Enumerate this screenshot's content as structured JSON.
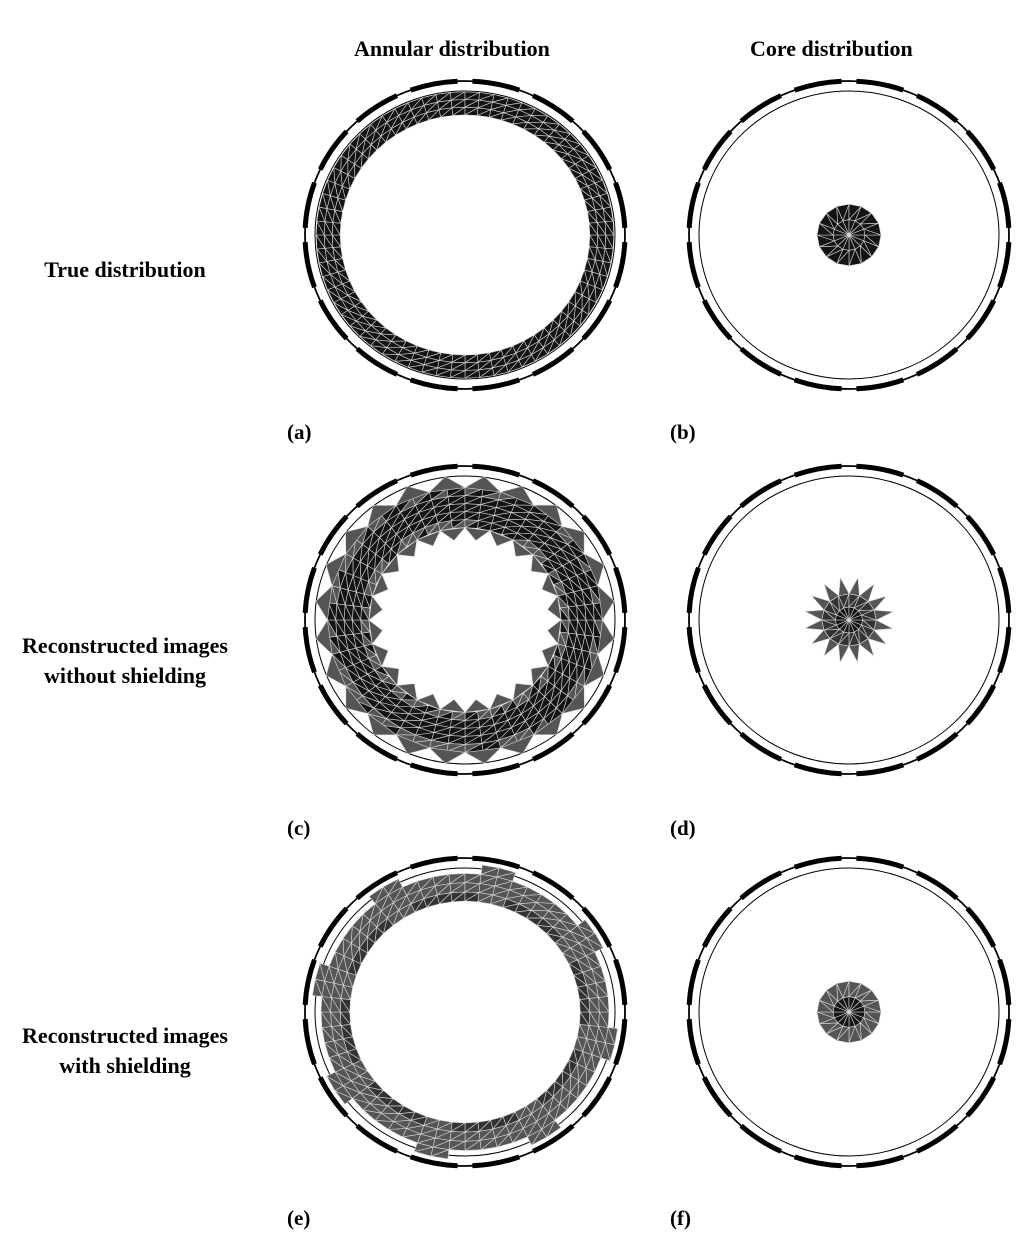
{
  "columns": {
    "annular": "Annular distribution",
    "core": "Core distribution"
  },
  "rows": {
    "true": {
      "line1": "True distribution",
      "line2": ""
    },
    "no_shield": {
      "line1": "Reconstructed images",
      "line2": "without shielding"
    },
    "shield": {
      "line1": "Reconstructed images",
      "line2": "with shielding"
    }
  },
  "panels": [
    {
      "id": "a",
      "label": "(a)",
      "distribution": "annular",
      "shielding": "none"
    },
    {
      "id": "b",
      "label": "(b)",
      "distribution": "core",
      "shielding": "none"
    },
    {
      "id": "c",
      "label": "(c)",
      "distribution": "annular",
      "shielding": "none"
    },
    {
      "id": "d",
      "label": "(d)",
      "distribution": "core",
      "shielding": "none"
    },
    {
      "id": "e",
      "label": "(e)",
      "distribution": "annular",
      "shielding": "present"
    },
    {
      "id": "f",
      "label": "(f)",
      "distribution": "core",
      "shielding": "present"
    }
  ],
  "colors": {
    "solid": "#141414",
    "reconstructed_low": "#555555",
    "reconstructed_mid": "#333333",
    "mesh_lines": "#d8d8d8",
    "outline": "#000000"
  }
}
